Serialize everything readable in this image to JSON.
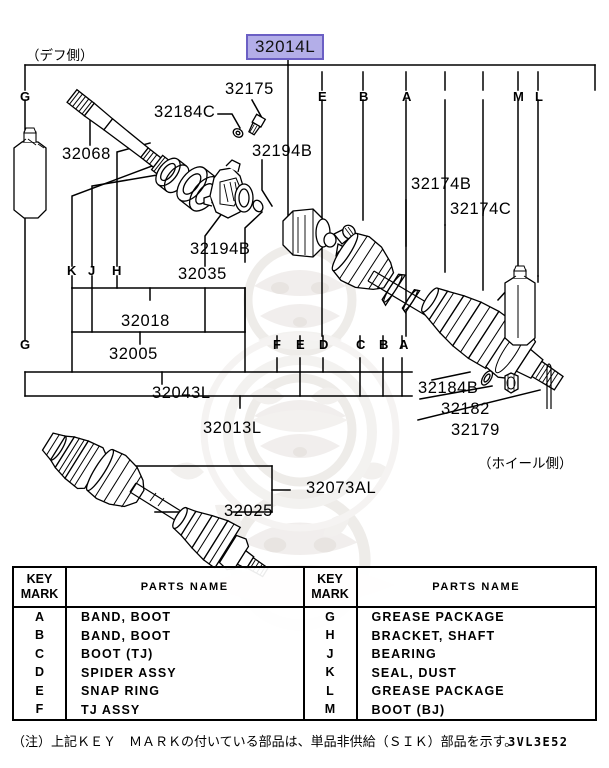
{
  "diagram": {
    "code": "3VL3E52",
    "note": "（注）上記ＫＥＹ　ＭＡＲＫの付いている部品は、単品非供給（ＳＩＫ）部品を示す。",
    "side_labels": {
      "left": "（デフ側）",
      "right": "（ホイール側）"
    },
    "highlight": {
      "part_number": "32014L",
      "fill": "#b3aee8",
      "border": "#6b5fc4"
    },
    "part_numbers": [
      {
        "id": "pn-32175",
        "text": "32175"
      },
      {
        "id": "pn-32184c",
        "text": "32184C"
      },
      {
        "id": "pn-32068",
        "text": "32068"
      },
      {
        "id": "pn-32194b-top",
        "text": "32194B"
      },
      {
        "id": "pn-32194b-mid",
        "text": "32194B"
      },
      {
        "id": "pn-32035",
        "text": "32035"
      },
      {
        "id": "pn-32018",
        "text": "32018"
      },
      {
        "id": "pn-32005",
        "text": "32005"
      },
      {
        "id": "pn-32043l",
        "text": "32043L"
      },
      {
        "id": "pn-32013l",
        "text": "32013L"
      },
      {
        "id": "pn-32174b",
        "text": "32174B"
      },
      {
        "id": "pn-32174c",
        "text": "32174C"
      },
      {
        "id": "pn-32184b",
        "text": "32184B"
      },
      {
        "id": "pn-32182",
        "text": "32182"
      },
      {
        "id": "pn-32179",
        "text": "32179"
      },
      {
        "id": "pn-32073al",
        "text": "32073AL"
      },
      {
        "id": "pn-32025",
        "text": "32025"
      }
    ],
    "key_marks_top_row": [
      "E",
      "B",
      "A",
      "M",
      "L"
    ],
    "key_marks_bottom_row": [
      "F",
      "E",
      "D",
      "C",
      "B",
      "A"
    ],
    "key_marks_inner_row": [
      "K",
      "J",
      "H"
    ],
    "key_marks_grease": [
      "G",
      "G"
    ]
  },
  "table": {
    "header": {
      "key_mark": "KEY\nMARK",
      "key_mark_line1": "KEY",
      "key_mark_line2": "MARK",
      "parts_name": "PARTS NAME"
    },
    "left_rows": [
      {
        "key": "A",
        "name": "BAND, BOOT"
      },
      {
        "key": "B",
        "name": "BAND, BOOT"
      },
      {
        "key": "C",
        "name": "BOOT (TJ)"
      },
      {
        "key": "D",
        "name": "SPIDER ASSY"
      },
      {
        "key": "E",
        "name": "SNAP RING"
      },
      {
        "key": "F",
        "name": "TJ ASSY"
      }
    ],
    "right_rows": [
      {
        "key": "G",
        "name": "GREASE PACKAGE"
      },
      {
        "key": "H",
        "name": "BRACKET, SHAFT"
      },
      {
        "key": "J",
        "name": "BEARING"
      },
      {
        "key": "K",
        "name": "SEAL, DUST"
      },
      {
        "key": "L",
        "name": "GREASE PACKAGE"
      },
      {
        "key": "M",
        "name": "BOOT (BJ)"
      }
    ]
  }
}
